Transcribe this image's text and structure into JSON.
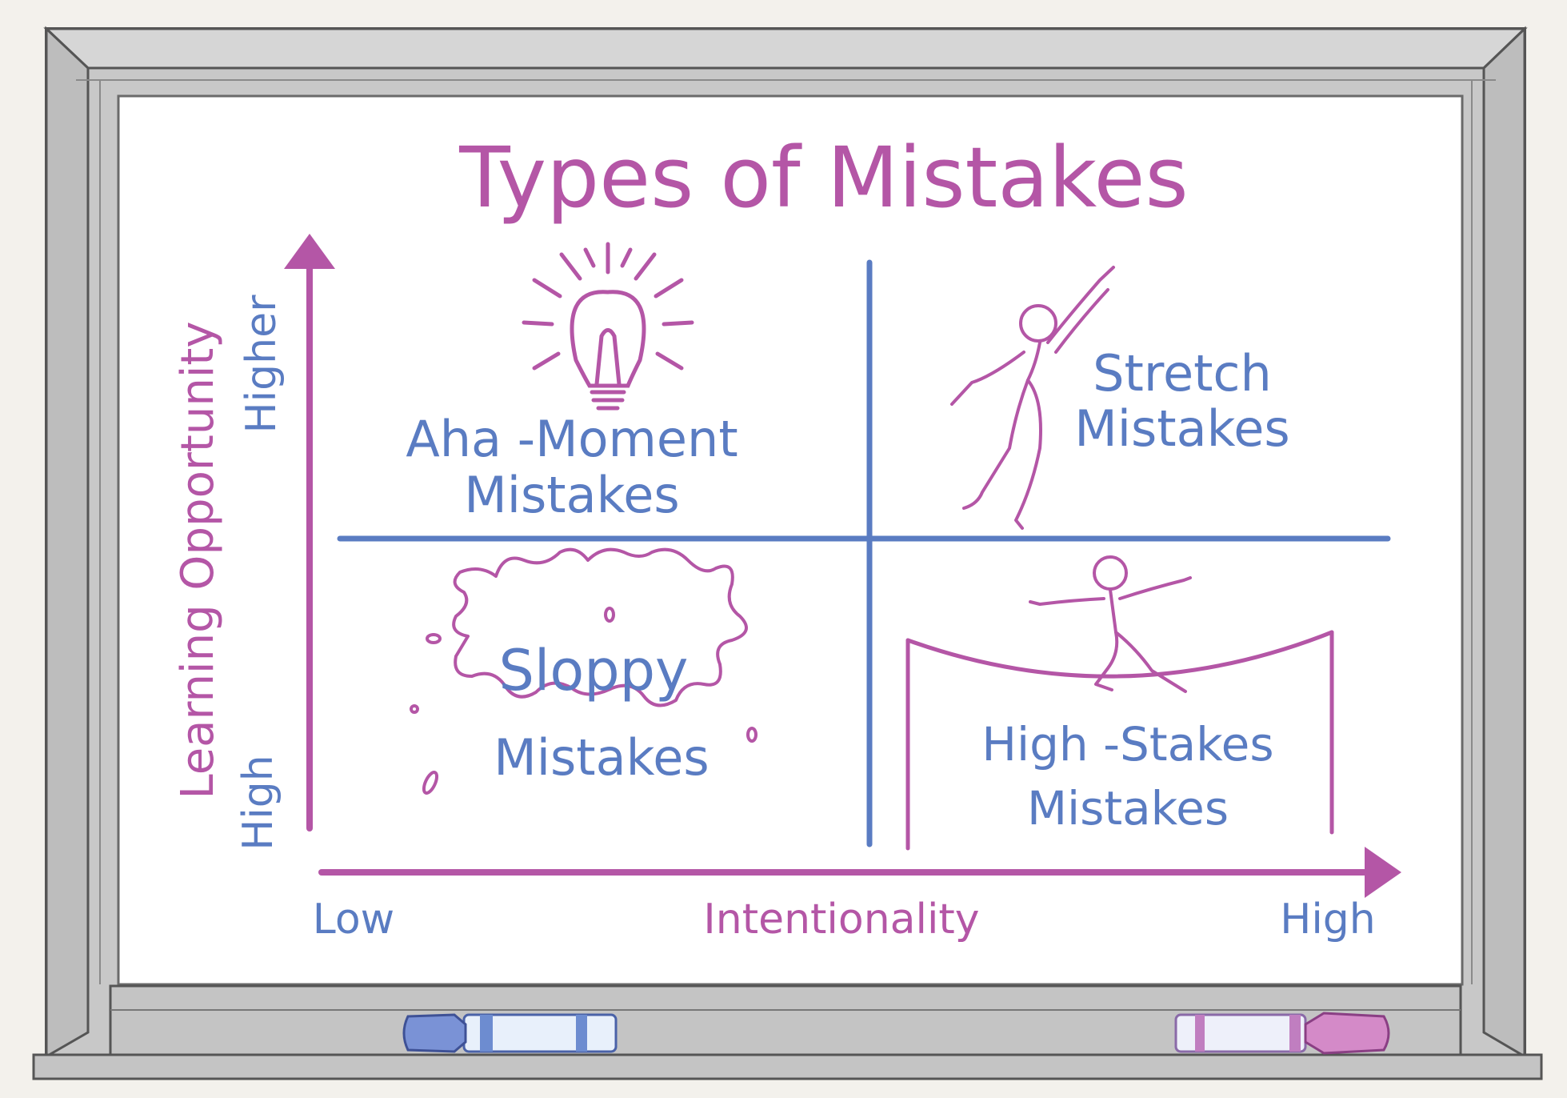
{
  "title": "Types of Mistakes",
  "y_axis": {
    "label": "Learning Opportunity",
    "high_end": "Higher",
    "low_end": "High"
  },
  "x_axis": {
    "label": "Intentionality",
    "low_end": "Low",
    "high_end": "High"
  },
  "quadrants": {
    "aha": {
      "line1": "Aha -Moment",
      "line2": "Mistakes",
      "icon": "lightbulb-icon"
    },
    "stretch": {
      "line1": "Stretch",
      "line2": "Mistakes",
      "icon": "stretching-figure-icon"
    },
    "sloppy": {
      "word": "Sloppy",
      "line2": "Mistakes",
      "icon": "splash-icon"
    },
    "high_stakes": {
      "line1": "High -Stakes",
      "line2": "Mistakes",
      "icon": "tightrope-figure-icon"
    }
  },
  "colors": {
    "magenta": "#b456a6",
    "blue": "#5a7cc2",
    "frame": "#c8c8c8",
    "frame_dark": "#555555",
    "board": "#ffffff",
    "background": "#f3f1ec"
  }
}
